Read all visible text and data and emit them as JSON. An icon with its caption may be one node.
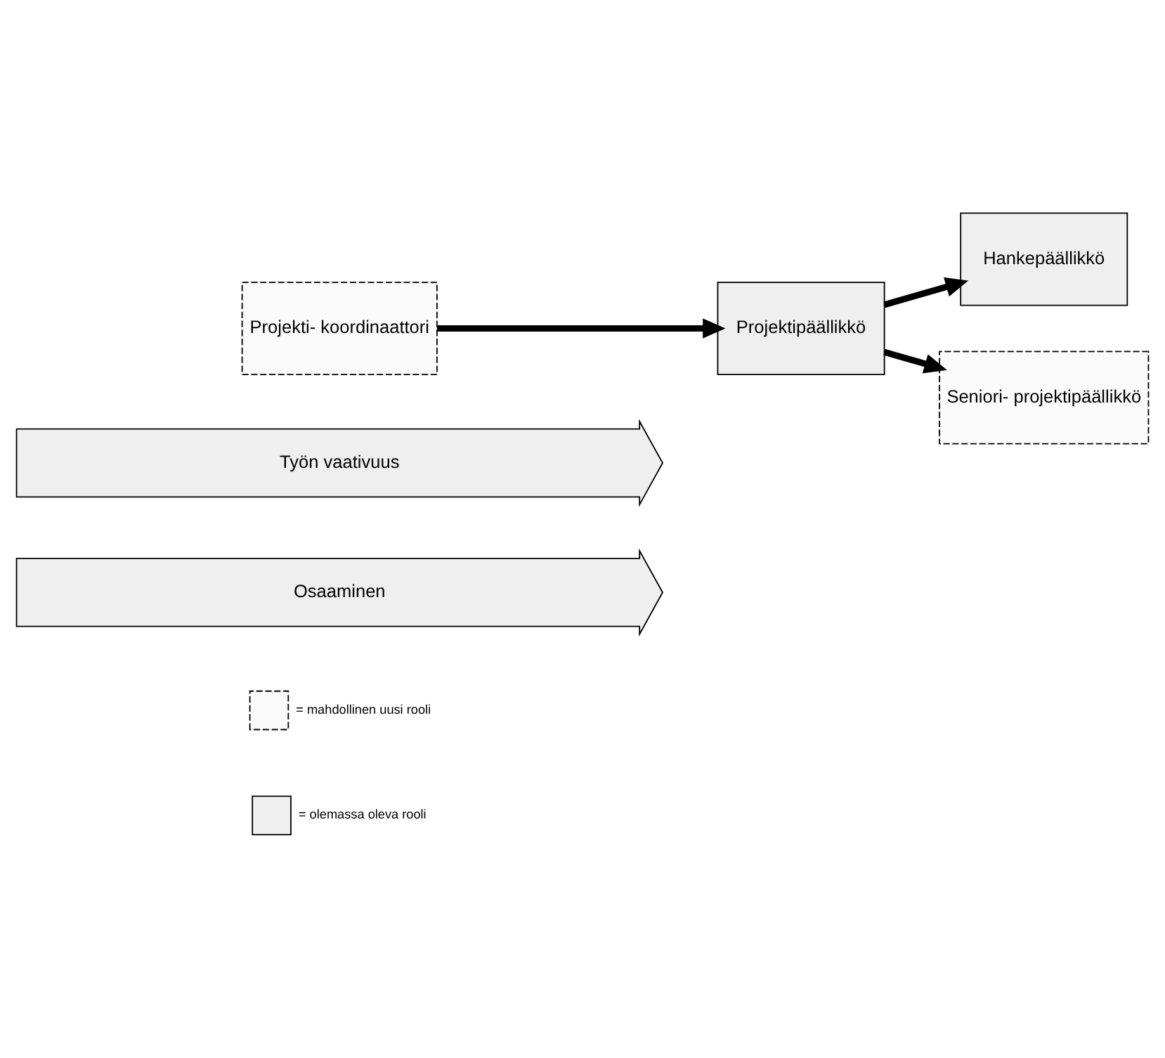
{
  "diagram": {
    "nodes": [
      {
        "text": [
          "Projekti- koordinaattori"
        ]
      },
      {
        "text": [
          "Projektipäällikkö"
        ]
      },
      {
        "text": [
          "Hankepäällikkö"
        ]
      },
      {
        "text": [
          "Seniori- projektipäällikkö"
        ]
      },
      {
        "text": [
          "Työn vaativuus"
        ]
      },
      {
        "text": [
          "Osaaminen"
        ]
      }
    ],
    "edges": [
      {
        "from": 0,
        "to": 1,
        "arrow": "to"
      },
      {
        "from": 1,
        "to": 2,
        "arrow": "to"
      },
      {
        "from": 1,
        "to": 3,
        "arrow": "to"
      }
    ],
    "legend": [
      {
        "text": "= mahdollinen uusi rooli"
      },
      {
        "text": "= olemassa oleva rooli",
        "color": "#efefef"
      }
    ]
  }
}
